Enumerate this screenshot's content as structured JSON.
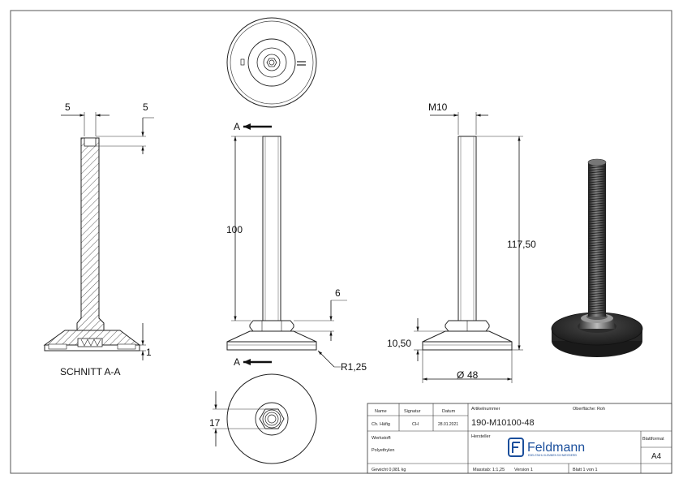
{
  "section_view": {
    "dim_left_5": "5",
    "dim_right_5": "5",
    "dim_1": "1",
    "caption": "SCHNITT A-A"
  },
  "front_view": {
    "section_mark_top": "A",
    "section_mark_bottom": "A",
    "dim_100": "100",
    "dim_6": "6",
    "dim_radius": "R1,25"
  },
  "side_view": {
    "dim_m10": "M10",
    "dim_117_50": "117,50",
    "dim_10_50": "10,50",
    "dim_diameter": "48",
    "diameter_symbol": "Ø"
  },
  "bottom_view": {
    "dim_17": "17"
  },
  "title_block": {
    "name_header": "Name",
    "signatur_header": "Signatur",
    "datum_header": "Datum",
    "name_value": "Ch. Häfig",
    "signatur_value": "CH",
    "datum_value": "28.01.2021",
    "artikelnummer_label": "Artikelnummer",
    "artikelnummer_value": "190-M10100-48",
    "oberflaeche_label": "Oberfläche: Roh",
    "werkstoff_label": "Werkstoff:",
    "werkstoff_value": "Polyethylen",
    "hersteller_label": "Hersteller",
    "logo_text": "Feldmann",
    "logo_subtext": "EDELSTAHL KLEMMEN SCHWEISSEREI",
    "blattformat_label": "Blattformat",
    "blattformat_value": "A4",
    "gewicht": "Gewicht 0,081 kg",
    "massstab": "Masstab: 1:1,25",
    "version": "Version 1",
    "blatt": "Blatt 1 von 1"
  }
}
